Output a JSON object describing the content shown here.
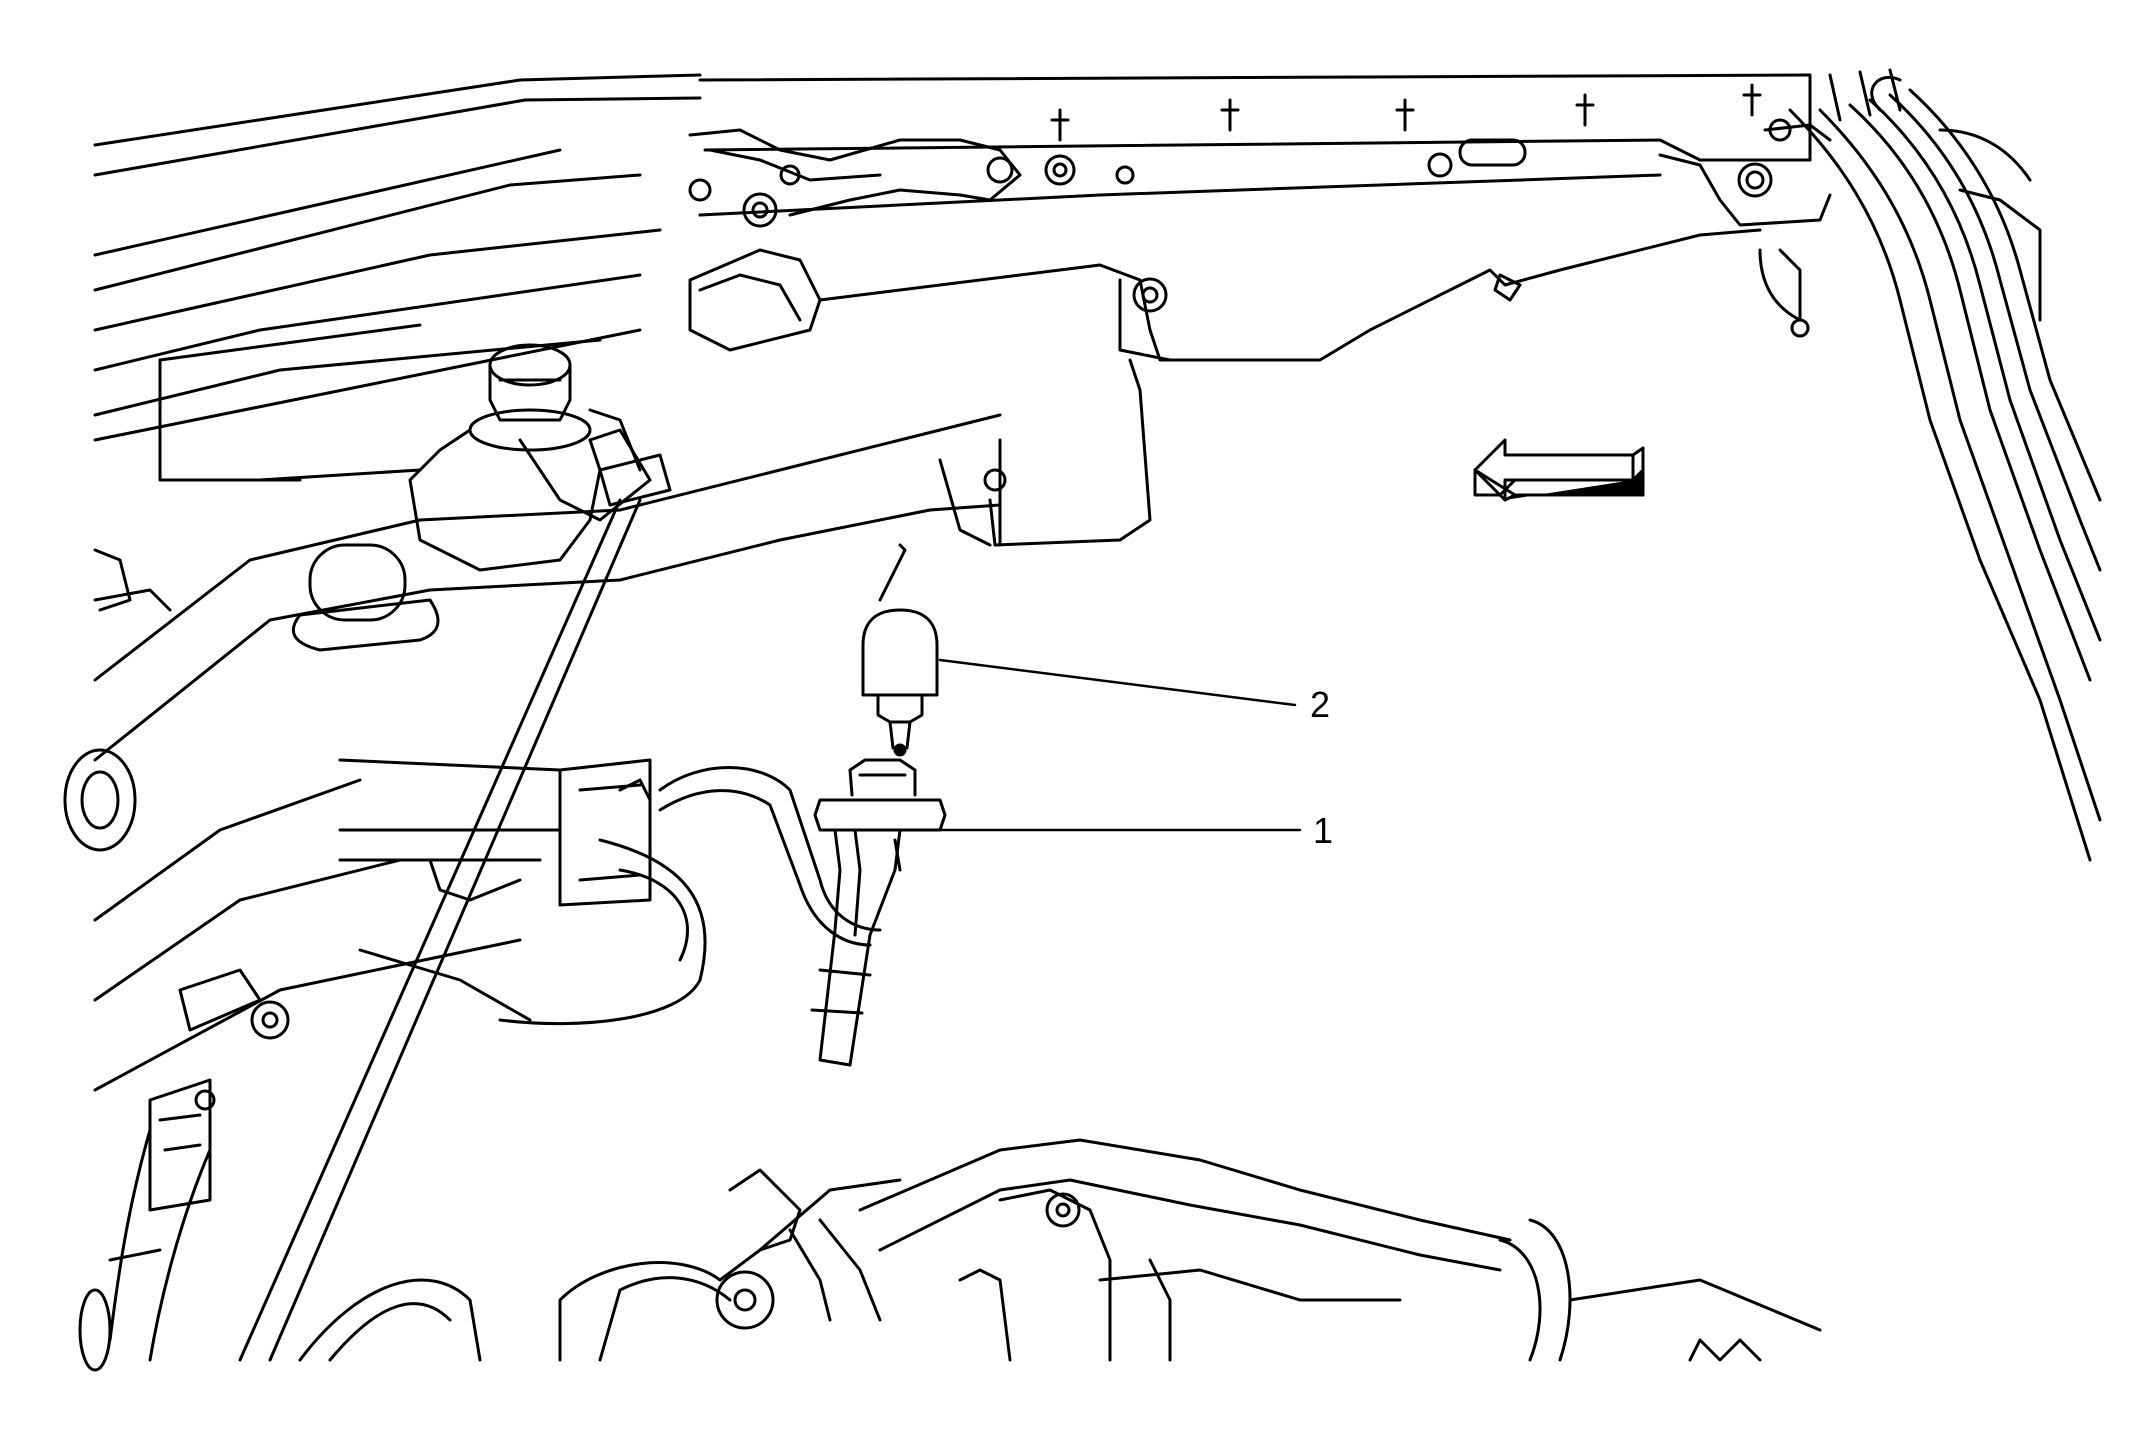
{
  "callouts": [
    {
      "id": "1",
      "label": "1"
    },
    {
      "id": "2",
      "label": "2"
    }
  ],
  "style": {
    "background": "#ffffff",
    "line_color": "#000000"
  },
  "icons": {
    "direction_arrow": "left-arrow-icon"
  }
}
